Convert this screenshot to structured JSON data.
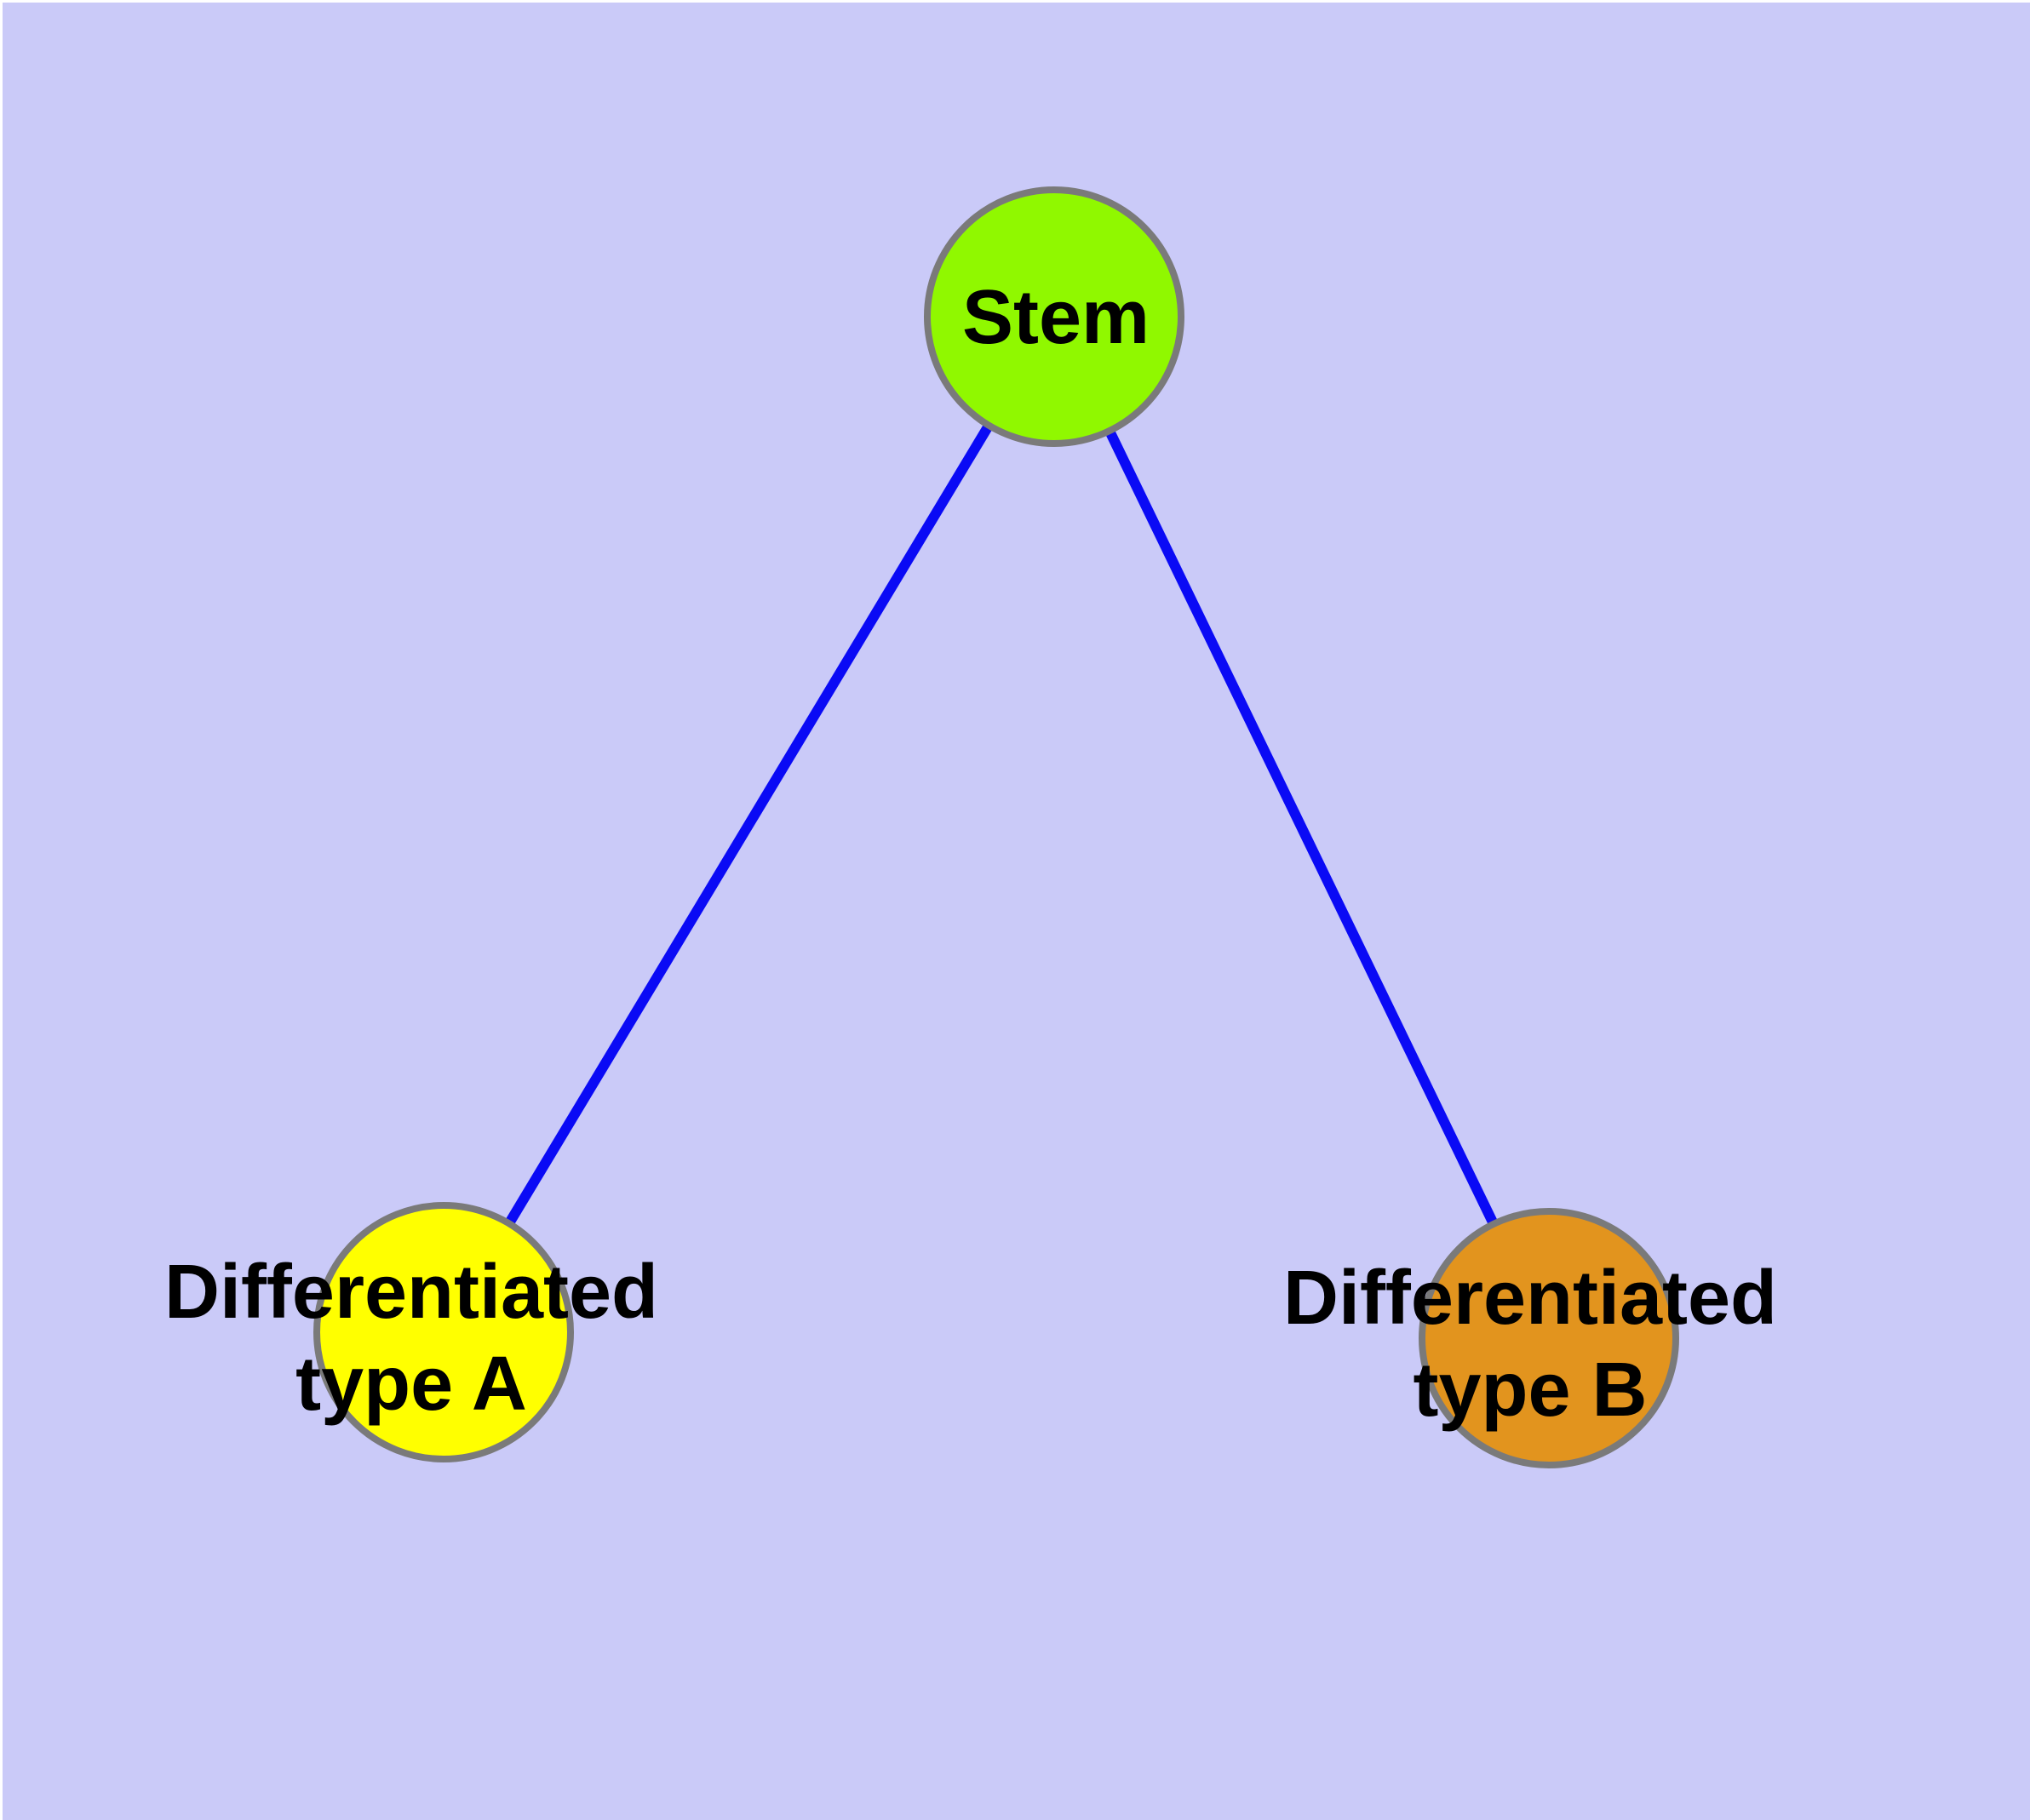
{
  "diagram": {
    "background_color": "#cacaf8",
    "frame_color": "#ffffff",
    "edge_color": "#0a0af5",
    "node_border_color": "#7a7a7a",
    "label_color": "#000000",
    "nodes": [
      {
        "id": "stem",
        "label": "Stem",
        "fill": "#90f800"
      },
      {
        "id": "differentiated-type-a",
        "label_line1": "Differentiated",
        "label_line2": "type A",
        "fill": "#ffff00"
      },
      {
        "id": "differentiated-type-b",
        "label_line1": "Differentiated",
        "label_line2": "type B",
        "fill": "#e2941e"
      }
    ],
    "edges": [
      {
        "from": "Stem",
        "to": "Differentiated type A"
      },
      {
        "from": "Stem",
        "to": "Differentiated type B"
      }
    ]
  }
}
